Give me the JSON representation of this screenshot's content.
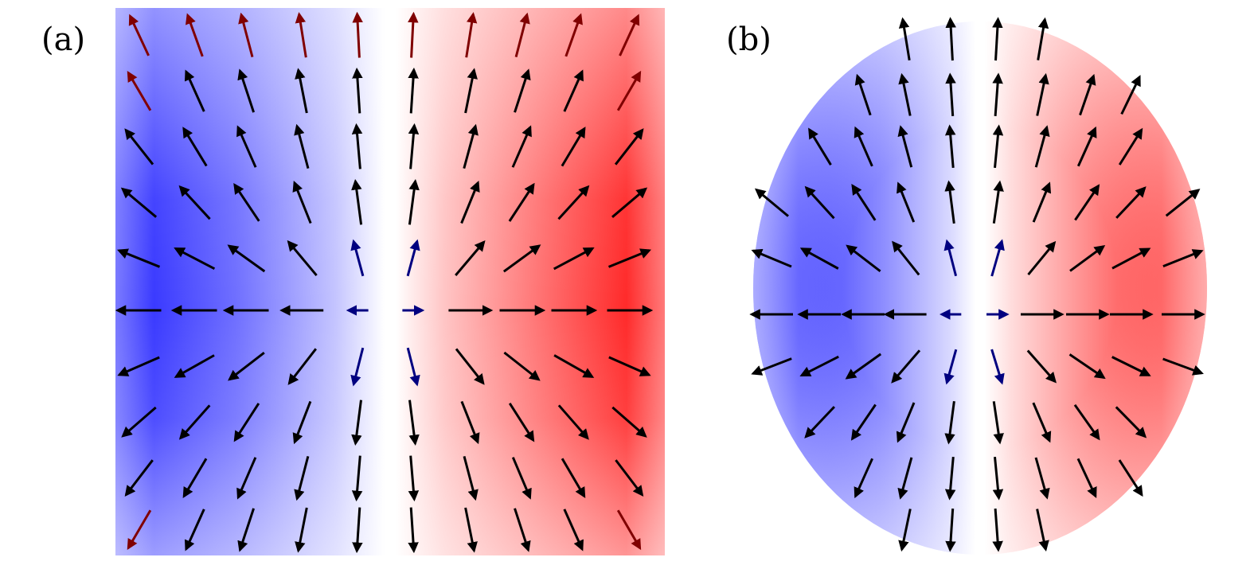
{
  "panels": [
    {
      "id": "a",
      "label": "(a)",
      "shape": "square",
      "colormap": {
        "negative": "#2b2bff",
        "zero": "#ffffff",
        "positive": "#ff1f1f"
      }
    },
    {
      "id": "b",
      "label": "(b)",
      "shape": "ellipse",
      "colormap": {
        "negative": "#2b2bff",
        "zero": "#ffffff",
        "positive": "#ff1f1f"
      }
    }
  ],
  "arrow_colors": {
    "near_center": "#000080",
    "mid": "#000000",
    "edge": "#800000"
  },
  "icons": {
    "arrow": "vector-arrow-icon"
  }
}
